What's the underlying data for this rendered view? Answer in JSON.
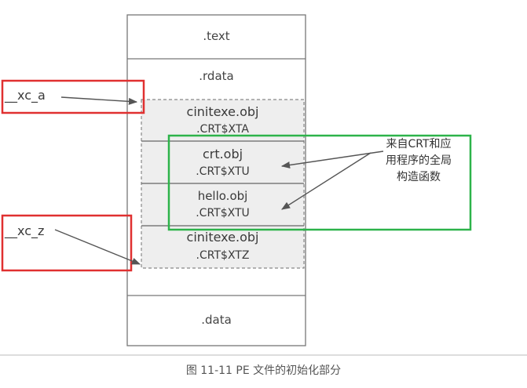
{
  "sections": {
    "text": ".text",
    "rdata": ".rdata",
    "data": ".data"
  },
  "objects": [
    {
      "name": "cinitexe.obj",
      "section": ".CRT$XTA"
    },
    {
      "name": "crt.obj",
      "section": ".CRT$XTU"
    },
    {
      "name": "hello.obj",
      "section": ".CRT$XTU"
    },
    {
      "name": "cinitexe.obj",
      "section": ".CRT$XTZ"
    }
  ],
  "symbols": {
    "xc_a": "__xc_a",
    "xc_z": "__xc_z"
  },
  "callout": {
    "line1": "来自CRT和应",
    "line2": "用程序的全局",
    "line3": "构造函数"
  },
  "caption": "图 11-11   PE 文件的初始化部分",
  "colors": {
    "red_box": "#e03030",
    "green_box": "#2db34a",
    "shaded_region": "#eeeeee",
    "outline": "#777777"
  }
}
